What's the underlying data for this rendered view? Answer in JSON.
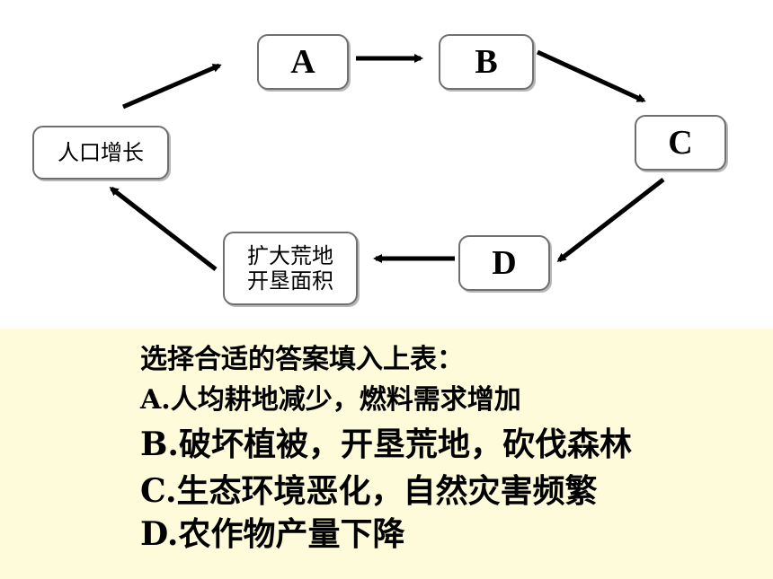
{
  "diagram": {
    "nodes": {
      "a": "A",
      "b": "B",
      "c": "C",
      "d": "D",
      "population": "人口增长",
      "expand_line1": "扩大荒地",
      "expand_line2": "开垦面积"
    }
  },
  "question": {
    "prompt": "选择合适的答案填入上表：",
    "options": {
      "a": "A.人均耕地减少，燃料需求增加",
      "b": "B.破坏植被，开垦荒地，砍伐森林",
      "c": "C.生态环境恶化，自然灾害频繁",
      "d": "D.农作物产量下降"
    }
  }
}
